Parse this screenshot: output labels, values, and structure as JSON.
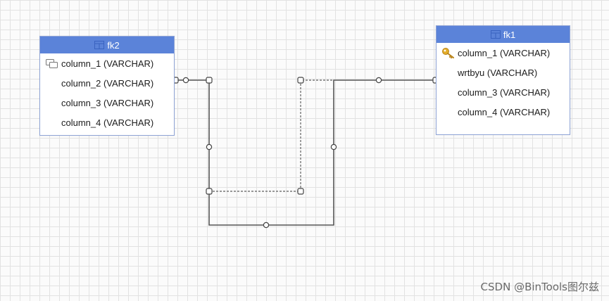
{
  "tables": {
    "fk2": {
      "title": "fk2",
      "columns": [
        {
          "label": "column_1 (VARCHAR)",
          "icon": "fk-link-icon"
        },
        {
          "label": "column_2 (VARCHAR)",
          "icon": ""
        },
        {
          "label": "column_3 (VARCHAR)",
          "icon": ""
        },
        {
          "label": "column_4 (VARCHAR)",
          "icon": ""
        }
      ]
    },
    "fk1": {
      "title": "fk1",
      "columns": [
        {
          "label": "column_1 (VARCHAR)",
          "icon": "primary-key-icon"
        },
        {
          "label": "wrtbyu (VARCHAR)",
          "icon": ""
        },
        {
          "label": "column_3 (VARCHAR)",
          "icon": ""
        },
        {
          "label": "column_4 (VARCHAR)",
          "icon": ""
        }
      ]
    }
  },
  "watermark": "CSDN @BinTools图尔兹",
  "colors": {
    "header": "#5b83d9",
    "border": "#8fa4d6",
    "connector": "#555555",
    "key": "#d9a21b"
  }
}
